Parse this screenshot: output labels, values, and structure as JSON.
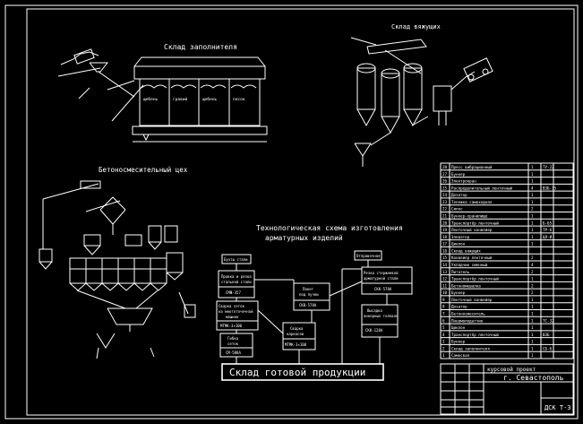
{
  "titles": {
    "filler_storage": "Склад заполнителя",
    "binder_storage": "Склад вяжущих",
    "concrete_shop": "Бетоносмесительный цех",
    "scheme_line1": "Технологическая схема изготовления",
    "scheme_line2": "арматурных изделий",
    "finished_goods": "Склад готовой продукции",
    "city": "г. Севастополь",
    "doc_code": "ДСК Т-3",
    "doc_code_top": "курсовой проект"
  },
  "filler_bins": [
    "щебень",
    "гравий",
    "щебень",
    "песок"
  ],
  "flow_boxes": [
    {
      "id": "b1",
      "label": "Бухты стали",
      "sub": ""
    },
    {
      "id": "b2",
      "label": "Правка и резка",
      "sub": "стальной стали"
    },
    {
      "id": "b3",
      "label": "СМЖ-357",
      "sub": ""
    },
    {
      "id": "b4",
      "label": "Сварка сеток",
      "sub": "на многоточечной"
    },
    {
      "id": "b5",
      "label": "машине",
      "sub": ""
    },
    {
      "id": "b6",
      "label": "МТМК-3×100",
      "sub": ""
    },
    {
      "id": "b7",
      "label": "Гибка",
      "sub": "сеток"
    },
    {
      "id": "b8",
      "label": "СМ-588А",
      "sub": ""
    },
    {
      "id": "b9",
      "label": "Пакет",
      "sub": "под пучки"
    },
    {
      "id": "b10",
      "label": "СКВ-578А",
      "sub": ""
    },
    {
      "id": "b11",
      "label": "Сварка",
      "sub": "каркасов"
    },
    {
      "id": "b12",
      "label": "МТМК-3×100",
      "sub": ""
    },
    {
      "id": "b13",
      "label": "Отправочная",
      "sub": ""
    },
    {
      "id": "b14",
      "label": "Резка стержневой",
      "sub": "арматурной стали"
    },
    {
      "id": "b15",
      "label": "СКК-578А",
      "sub": ""
    },
    {
      "id": "b16",
      "label": "Высадка",
      "sub": "анкерных головок"
    },
    {
      "id": "b17",
      "label": "СКК-128А",
      "sub": ""
    }
  ],
  "spec_rows": [
    [
      "28",
      "Пресс вибрационный",
      "1",
      "ТУ-22"
    ],
    [
      "27",
      "Бункер",
      "1",
      ""
    ],
    [
      "26",
      "Электрокран",
      "1",
      ""
    ],
    [
      "25",
      "Распределительный ленточный",
      "4",
      "ВЗБ-15"
    ],
    [
      "24",
      "Дозатор",
      "1",
      ""
    ],
    [
      "23",
      "Тележка самоходная",
      "1",
      ""
    ],
    [
      "22",
      "Силос",
      "2",
      ""
    ],
    [
      "21",
      "Бункер-хранилище",
      "1",
      ""
    ],
    [
      "20",
      "Транспортёр ленточный",
      "1",
      "Б-65"
    ],
    [
      "19",
      "Ленточный конвейер",
      "1",
      "ТР-6"
    ],
    [
      "18",
      "Элеватор",
      "1",
      "ЦЛ-И"
    ],
    [
      "17",
      "Циклон",
      "1",
      ""
    ],
    [
      "16",
      "Склад вяжущих",
      "",
      ""
    ],
    [
      "15",
      "Конвейер ленточный",
      "2",
      ""
    ],
    [
      "14",
      "Укладчик сменный",
      "4",
      ""
    ],
    [
      "13",
      "Питатель",
      "2",
      ""
    ],
    [
      "12",
      "Транспортёр ленточный",
      "1",
      ""
    ],
    [
      "11",
      "Бетономешалка",
      "2",
      ""
    ],
    [
      "10",
      "Бункер",
      "2",
      ""
    ],
    [
      "9",
      "Ленточный конвейер",
      "1",
      ""
    ],
    [
      "8",
      "Дозатор",
      "1",
      ""
    ],
    [
      "7",
      "Бетоносмеситель",
      "1",
      ""
    ],
    [
      "6",
      "Пневмоподатчик",
      "1",
      "ТС-32"
    ],
    [
      "5",
      "Циклон",
      "1",
      ""
    ],
    [
      "4",
      "Транспортёр ленточный",
      "1",
      "ВЗБ"
    ],
    [
      "3",
      "Бункер",
      "1",
      ""
    ],
    [
      "2",
      "Склад заполнителя",
      "1",
      "СБ-6"
    ],
    [
      "1",
      "Самосвал",
      "1",
      ""
    ]
  ]
}
